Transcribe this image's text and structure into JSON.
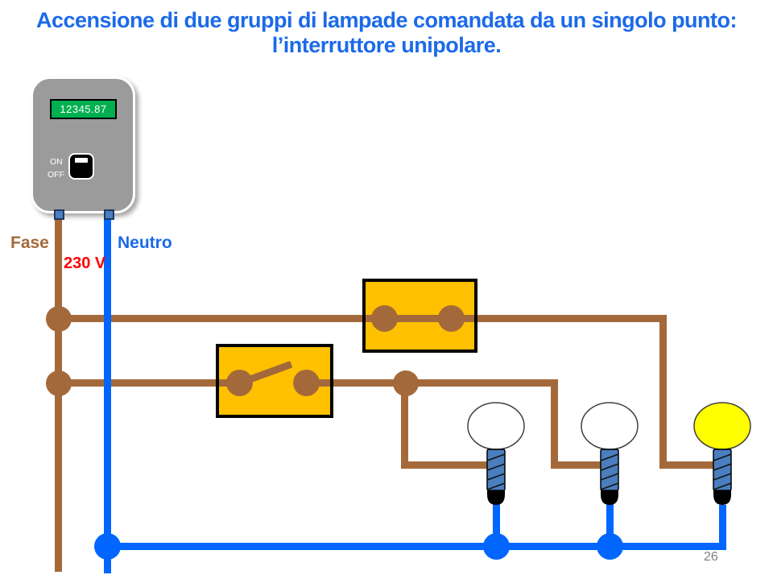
{
  "title": {
    "line1": "Accensione di due gruppi di lampade comandata da un singolo punto:",
    "line2": "l’interruttore unipolare."
  },
  "meter": {
    "display_value": "12345.87",
    "on_label": "ON",
    "off_label": "OFF",
    "switch_position": "ON"
  },
  "labels": {
    "phase": "Fase",
    "neutral": "Neutro",
    "voltage": "230 V"
  },
  "switches": [
    {
      "id": "switch-lamp-group-right",
      "state": "closed"
    },
    {
      "id": "switch-lamp-group-left",
      "state": "open"
    }
  ],
  "lamps": [
    {
      "id": "lamp-1",
      "state": "off",
      "bulb_color": "#FFFFFF"
    },
    {
      "id": "lamp-2",
      "state": "off",
      "bulb_color": "#FFFFFF"
    },
    {
      "id": "lamp-3",
      "state": "on",
      "bulb_color": "#FFFF00"
    }
  ],
  "page_number": "26",
  "palette": {
    "title_blue": "#1B6AE9",
    "phase_brown": "#A4693A",
    "neutral_blue": "#0066FF",
    "voltage_red": "#FF0000",
    "switch_gold": "#FFC000",
    "base_steel": "#4A7EBE",
    "meter_gray": "#9B9B9B",
    "display_green": "#00B050",
    "terminal_border": "#1F3864",
    "page_gray": "#7F7F7F"
  }
}
